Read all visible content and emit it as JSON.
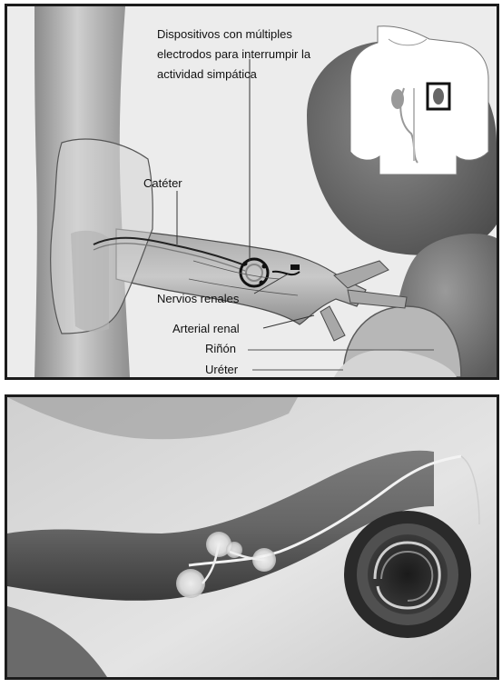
{
  "diagram": {
    "labels": {
      "devices": "Dispositivos con múltiples electrodos para interrumpir la actividad simpática",
      "catheter": "Catéter",
      "renal_nerves": "Nervios renales",
      "renal_artery": "Arterial renal",
      "kidney": "Riñón",
      "ureter": "Uréter"
    }
  }
}
